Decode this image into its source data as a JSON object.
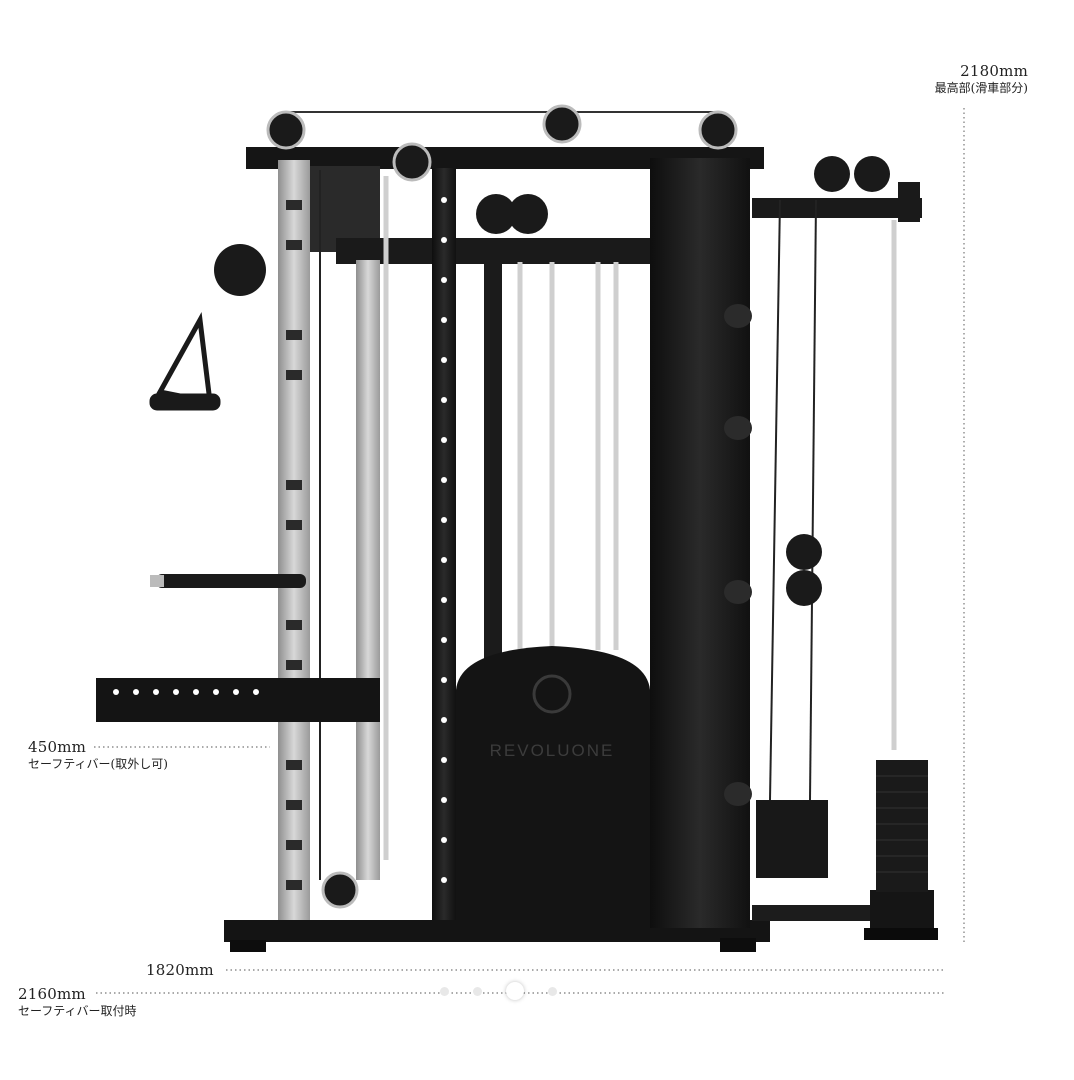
{
  "dimensions": {
    "height_top": {
      "value": "2180mm",
      "note": "最高部(滑車部分)"
    },
    "safety_bar": {
      "value": "450mm",
      "note": "セーフティバー(取外し可)"
    },
    "base_width": {
      "value": "1820mm"
    },
    "total_width": {
      "value": "2160mm",
      "note": "セーフティバー取付時"
    }
  },
  "product": {
    "brand": "REVOLUONE"
  },
  "carousel": {
    "slides": 4,
    "active_index": 2
  },
  "colors": {
    "frame": "#1a1a1a",
    "steel": "#b9b9b9",
    "dim_line": "#777777"
  }
}
